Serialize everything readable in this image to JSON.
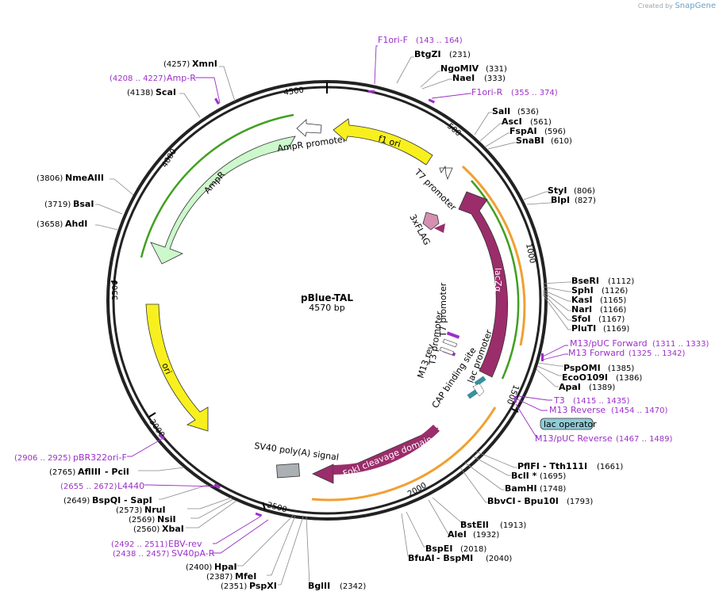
{
  "credit": {
    "prefix": "Created by",
    "brand": "SnapGene"
  },
  "plasmid": {
    "name": "pBlue-TAL",
    "size_label": "4570 bp",
    "length": 4570
  },
  "ticks": [
    "500",
    "1000",
    "1500",
    "2000",
    "2500",
    "3000",
    "3500",
    "4000",
    "4500"
  ],
  "enzymes_right": [
    {
      "name": "BtgZI",
      "pos": "(231)"
    },
    {
      "name": "NgoMIV",
      "pos": "(331)"
    },
    {
      "name": "NaeI",
      "pos": "(333)"
    },
    {
      "name": "SalI",
      "pos": "(536)"
    },
    {
      "name": "AscI",
      "pos": "(561)"
    },
    {
      "name": "FspAI",
      "pos": "(596)"
    },
    {
      "name": "SnaBI",
      "pos": "(610)"
    },
    {
      "name": "StyI",
      "pos": "(806)"
    },
    {
      "name": "BlpI",
      "pos": "(827)"
    },
    {
      "name": "BseRI",
      "pos": "(1112)"
    },
    {
      "name": "SphI",
      "pos": "(1126)"
    },
    {
      "name": "KasI",
      "pos": "(1165)"
    },
    {
      "name": "NarI",
      "pos": "(1166)"
    },
    {
      "name": "SfoI",
      "pos": "(1167)"
    },
    {
      "name": "PluTI",
      "pos": "(1169)"
    },
    {
      "name": "PspOMI",
      "pos": "(1385)"
    },
    {
      "name": "EcoO109I",
      "pos": "(1386)"
    },
    {
      "name": "ApaI",
      "pos": "(1389)"
    },
    {
      "name": "PflFI",
      "pos": " - Tth111I",
      "pos2": "(1661)"
    },
    {
      "name": "BclI *",
      "pos": "(1695)"
    },
    {
      "name": "BamHI",
      "pos": "(1748)"
    },
    {
      "name": "BbvCI",
      "pos": " - Bpu10I",
      "pos2": "(1793)"
    },
    {
      "name": "BstEII",
      "pos": "(1913)"
    },
    {
      "name": "AleI",
      "pos": "(1932)"
    },
    {
      "name": "BspEI",
      "pos": "(2018)"
    },
    {
      "name": "BfuAI",
      "pos": " - BspMI",
      "pos2": "(2040)"
    }
  ],
  "enzymes_left": [
    {
      "pos": "(4257)",
      "name": "XmnI"
    },
    {
      "pos": "(4138)",
      "name": "ScaI"
    },
    {
      "pos": "(3806)",
      "name": "NmeAIII"
    },
    {
      "pos": "(3719)",
      "name": "BsaI"
    },
    {
      "pos": "(3658)",
      "name": "AhdI"
    },
    {
      "pos": "(2765)",
      "name": "AflIII",
      "extra": " - PciI"
    },
    {
      "pos": "(2649)",
      "name": "BspQI",
      "extra": " - SapI"
    },
    {
      "pos": "(2573)",
      "name": "NruI"
    },
    {
      "pos": "(2569)",
      "name": "NsiI"
    },
    {
      "pos": "(2560)",
      "name": "XbaI"
    },
    {
      "pos": "(2400)",
      "name": "HpaI"
    },
    {
      "pos": "(2387)",
      "name": "MfeI"
    },
    {
      "pos": "(2351)",
      "name": "PspXI"
    },
    {
      "pos": "(2342)",
      "name": "BglII"
    }
  ],
  "primers": [
    {
      "name": "F1ori-F",
      "range": "(143 .. 164)"
    },
    {
      "name": "F1ori-R",
      "range": "(355 .. 374)"
    },
    {
      "name": "M13/pUC Forward",
      "range": "(1311 .. 1333)"
    },
    {
      "name": "M13 Forward",
      "range": "(1325 .. 1342)"
    },
    {
      "name": "T3",
      "range": "(1415 .. 1435)"
    },
    {
      "name": "M13 Reverse",
      "range": "(1454 .. 1470)"
    },
    {
      "name": "M13/pUC Reverse",
      "range": "(1467 .. 1489)"
    },
    {
      "name": "Amp-R",
      "range": "(4208 .. 4227)"
    },
    {
      "name": "pBR322ori-F",
      "range": "(2906 .. 2925)"
    },
    {
      "name": "L4440",
      "range": "(2655 .. 2672)"
    },
    {
      "name": "EBV-rev",
      "range": "(2492 .. 2511)"
    },
    {
      "name": "SV40pA-R",
      "range": "(2438 .. 2457)"
    }
  ],
  "features": {
    "f1ori": "f1 ori",
    "ampr_promoter": "AmpR promoter",
    "ampr": "AmpR",
    "t7_promoter_top": "T7 promoter",
    "flag": "3xFLAG",
    "lacza": "lacZα",
    "ori": "ori",
    "t7_promoter_mid": "T7 promoter",
    "t3_promoter": "T3 promoter",
    "m13_rev": "M13 rev",
    "lac_promoter": "lac promoter",
    "cap_site": "CAP binding site",
    "lac_operator": "lac operator",
    "fokI": "FokI cleavage domain",
    "sv40": "SV40 poly(A) signal"
  },
  "colors": {
    "f1ori": "#f8f01e",
    "ori": "#f8f01e",
    "ampr": "#ccf8cc",
    "lacza": "#9b2d6b",
    "fokI": "#9b2d6b",
    "flag": "#d590b0",
    "lac_operator": "#8ecbd6",
    "primer": "#9b30c8",
    "orf_orange": "#f0a030",
    "orf_green": "#40a020"
  }
}
